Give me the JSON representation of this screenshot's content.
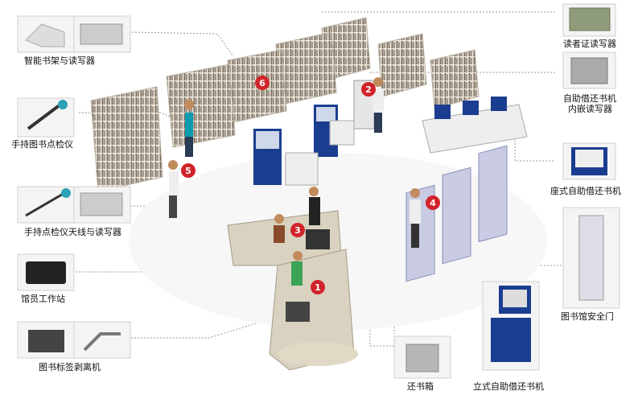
{
  "labels": {
    "smart_shelf_reader": "智能书架与读写器",
    "handheld_inventory": "手持图书点检仪",
    "handheld_antenna_reader": "手持点检仪天线与读写器",
    "staff_workstation": "馆员工作站",
    "tag_stripper": "图书标签剥离机",
    "book_return_box": "还书箱",
    "standing_selfservice": "立式自助借还书机",
    "security_gate": "图书馆安全门",
    "desktop_selfservice": "座式自助借还书机",
    "embedded_reader_line1": "自助借还书机",
    "embedded_reader_line2": "内嵌读写器",
    "card_reader": "读者证读写器"
  },
  "markers": [
    "1",
    "2",
    "3",
    "4",
    "5",
    "6"
  ],
  "colors": {
    "marker": "#d2232a",
    "leader": "#9a9a9a",
    "shelf": "#d9d2c4",
    "book": "#8a7d6e",
    "kiosk_blue": "#1a3d8f",
    "desk": "#cfc7b3"
  }
}
